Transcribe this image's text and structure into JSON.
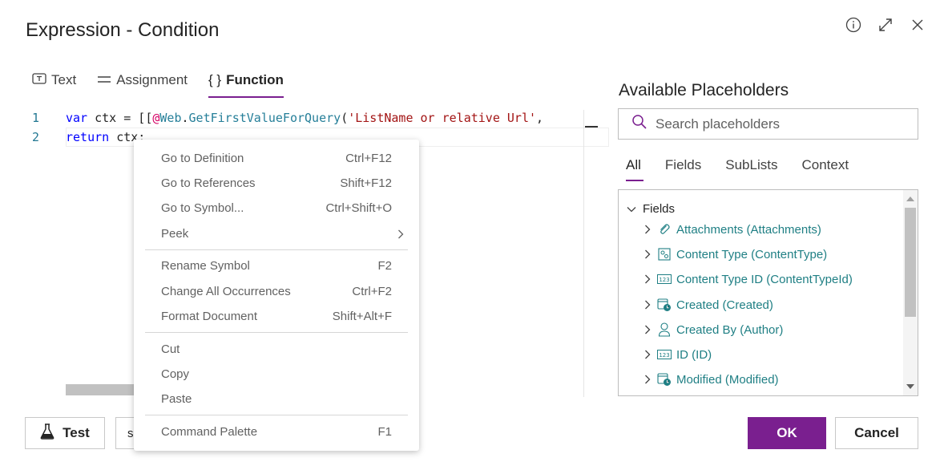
{
  "dialog": {
    "title": "Expression - Condition"
  },
  "top_icons": [
    "info-icon",
    "expand-icon",
    "close-icon"
  ],
  "mode_tabs": [
    {
      "label": "Text",
      "icon": "text-icon"
    },
    {
      "label": "Assignment",
      "icon": "equals-icon"
    },
    {
      "label": "Function",
      "icon": "braces-icon",
      "active": true
    }
  ],
  "editor": {
    "line_numbers": [
      "1",
      "2"
    ],
    "line1": {
      "kw": "var",
      "ident": " ctx = [[",
      "at": "@",
      "obj": "Web",
      "dot": ".",
      "fn": "GetFirstValueForQuery",
      "open": "(",
      "str": "'ListName or relative Url'",
      "tail": ","
    },
    "line2": {
      "kw": "return",
      "ident": " ctx;"
    }
  },
  "context_menu": {
    "groups": [
      [
        {
          "label": "Go to Definition",
          "shortcut": "Ctrl+F12"
        },
        {
          "label": "Go to References",
          "shortcut": "Shift+F12"
        },
        {
          "label": "Go to Symbol...",
          "shortcut": "Ctrl+Shift+O"
        },
        {
          "label": "Peek",
          "shortcut": ""
        }
      ],
      [
        {
          "label": "Rename Symbol",
          "shortcut": "F2"
        },
        {
          "label": "Change All Occurrences",
          "shortcut": "Ctrl+F2"
        },
        {
          "label": "Format Document",
          "shortcut": "Shift+Alt+F"
        }
      ],
      [
        {
          "label": "Cut",
          "shortcut": ""
        },
        {
          "label": "Copy",
          "shortcut": ""
        },
        {
          "label": "Paste",
          "shortcut": ""
        }
      ],
      [
        {
          "label": "Command Palette",
          "shortcut": "F1"
        }
      ]
    ]
  },
  "bottom_left": {
    "test_label": "Test",
    "sample_value": "s"
  },
  "placeholders": {
    "title": "Available Placeholders",
    "search_placeholder": "Search placeholders",
    "tabs": [
      "All",
      "Fields",
      "SubLists",
      "Context"
    ],
    "active_tab": "All",
    "tree_root": "Fields",
    "items": [
      {
        "label": "Attachments (Attachments)",
        "icon": "paperclip-icon"
      },
      {
        "label": "Content Type (ContentType)",
        "icon": "content-type-icon"
      },
      {
        "label": "Content Type ID (ContentTypeId)",
        "icon": "number-field-icon"
      },
      {
        "label": "Created (Created)",
        "icon": "calendar-clock-icon"
      },
      {
        "label": "Created By (Author)",
        "icon": "person-icon"
      },
      {
        "label": "ID (ID)",
        "icon": "number-field-icon"
      },
      {
        "label": "Modified (Modified)",
        "icon": "calendar-clock-icon"
      }
    ]
  },
  "buttons": {
    "ok": "OK",
    "cancel": "Cancel"
  },
  "colors": {
    "accent": "#7a1f8f",
    "link": "#1f7f84"
  }
}
